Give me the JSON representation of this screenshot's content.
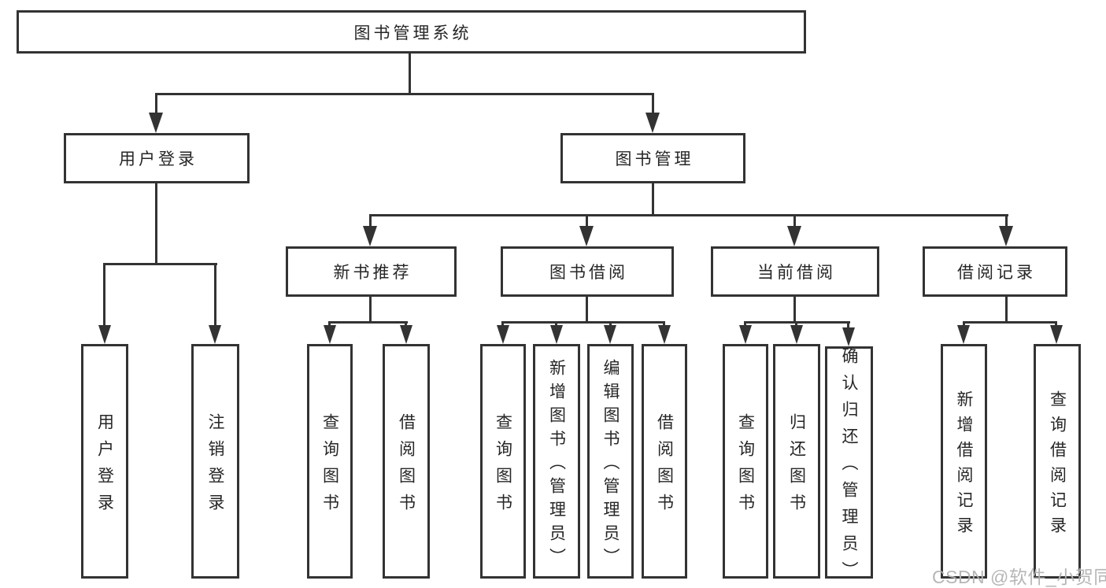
{
  "diagram": {
    "type": "hierarchy-flowchart",
    "root": {
      "label": "图书管理系统"
    },
    "branches": [
      {
        "label": "用户登录",
        "children": [
          "用户登录",
          "注销登录"
        ]
      },
      {
        "label": "图书管理",
        "children": [
          {
            "label": "新书推荐",
            "children": [
              "查询图书",
              "借阅图书"
            ]
          },
          {
            "label": "图书借阅",
            "children": [
              "查询图书",
              "新增图书（管理员）",
              "编辑图书（管理员）",
              "借阅图书"
            ]
          },
          {
            "label": "当前借阅",
            "children": [
              "查询图书",
              "归还图书",
              "确认归还（管理员）"
            ]
          },
          {
            "label": "借阅记录",
            "children": [
              "新增借阅记录",
              "查询借阅记录"
            ]
          }
        ]
      }
    ]
  },
  "watermark": {
    "text": "CSDN @软件_小贺同学"
  },
  "colors": {
    "line": "#333333",
    "text": "#262626",
    "watermark": "#b3b3b3",
    "background": "#ffffff"
  }
}
